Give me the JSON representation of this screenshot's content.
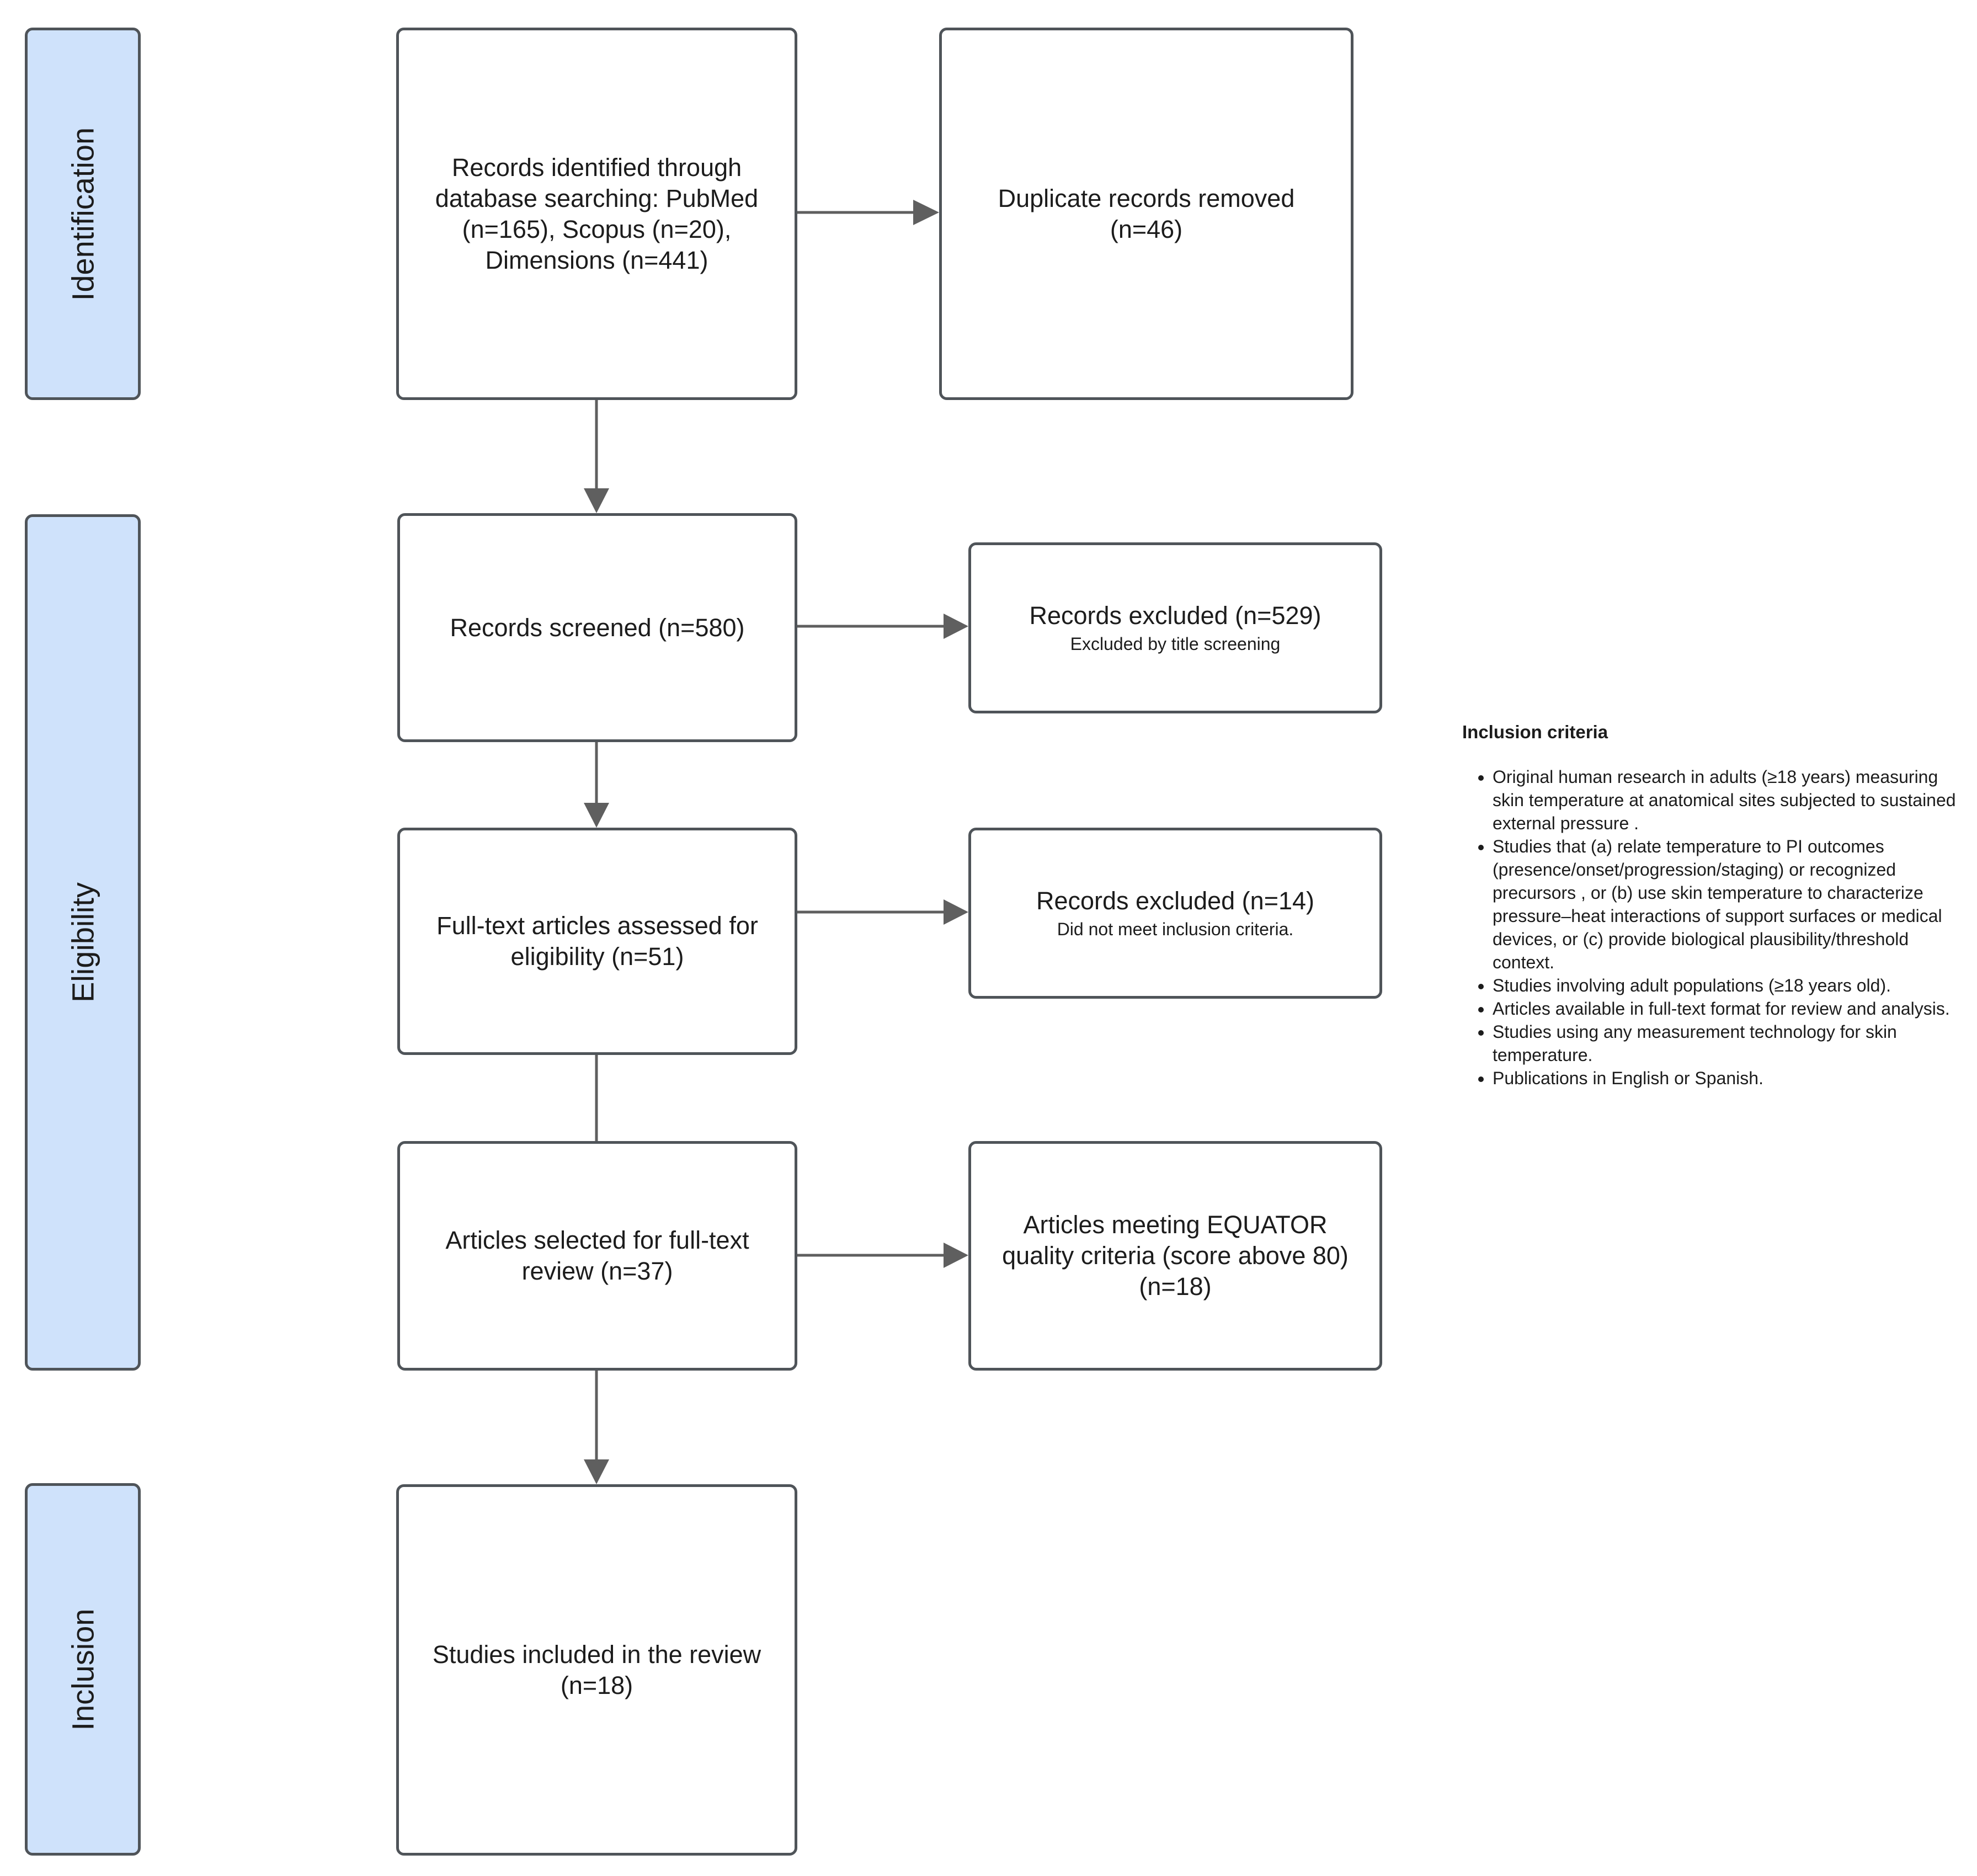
{
  "phases": {
    "identification": "Identification",
    "eligibility": "Eligibility",
    "inclusion": "Inclusion"
  },
  "boxes": {
    "identified": "Records identified through database searching: PubMed (n=165), Scopus (n=20), Dimensions (n=441)",
    "duplicates": "Duplicate records removed (n=46)",
    "screened": "Records screened (n=580)",
    "excluded_title": "Records excluded (n=529)",
    "excluded_title_note": "Excluded by title screening",
    "fulltext_assessed": "Full-text articles assessed for eligibility (n=51)",
    "excluded_criteria": "Records excluded (n=14)",
    "excluded_criteria_note": "Did not meet inclusion criteria.",
    "selected_review": "Articles selected for full-text review (n=37)",
    "equator": "Articles meeting EQUATOR quality criteria (score above 80) (n=18)",
    "included": "Studies included in the review (n=18)"
  },
  "inclusion_criteria": {
    "title": "Inclusion criteria",
    "items": [
      "Original human research in adults (≥18 years) measuring skin temperature at anatomical sites subjected to sustained external pressure .",
      "Studies that (a) relate temperature to PI outcomes (presence/onset/progression/staging) or recognized precursors , or (b) use skin temperature to characterize pressure–heat interactions of support surfaces or medical devices, or (c) provide biological plausibility/threshold context.",
      "Studies involving adult populations (≥18 years old).",
      "Articles available in full-text format for review and analysis.",
      "Studies using any measurement technology for skin temperature.",
      "Publications in English or Spanish."
    ]
  },
  "colors": {
    "phase_fill": "#cfe2fb",
    "border": "#4f5459",
    "arrow": "#5f5f5f"
  }
}
